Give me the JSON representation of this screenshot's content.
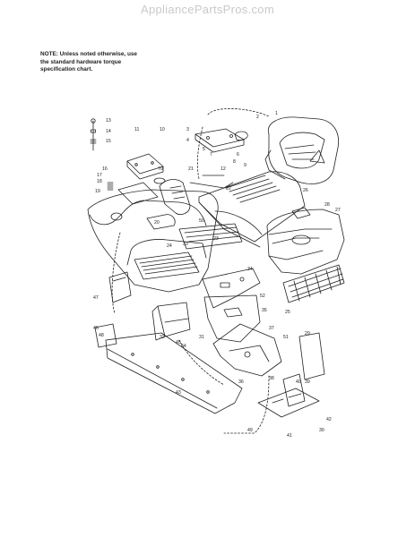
{
  "watermark": "AppliancePartsPros.com",
  "note": {
    "line1": "NOTE: Unless noted otherwise, use",
    "line2": "the standard hardware torque",
    "line3": "specification chart."
  },
  "callouts": [
    {
      "label": "13"
    },
    {
      "label": "14"
    },
    {
      "label": "15"
    },
    {
      "label": "11"
    },
    {
      "label": "10"
    },
    {
      "label": "1"
    },
    {
      "label": "2"
    },
    {
      "label": "3"
    },
    {
      "label": "4"
    },
    {
      "label": "5"
    },
    {
      "label": "6"
    },
    {
      "label": "7"
    },
    {
      "label": "8"
    },
    {
      "label": "9"
    },
    {
      "label": "12"
    },
    {
      "label": "16"
    },
    {
      "label": "17"
    },
    {
      "label": "18"
    },
    {
      "label": "19"
    },
    {
      "label": "20"
    },
    {
      "label": "21"
    },
    {
      "label": "22"
    },
    {
      "label": "23"
    },
    {
      "label": "24"
    },
    {
      "label": "25"
    },
    {
      "label": "26"
    },
    {
      "label": "27"
    },
    {
      "label": "28"
    },
    {
      "label": "29"
    },
    {
      "label": "30"
    },
    {
      "label": "31"
    },
    {
      "label": "32"
    },
    {
      "label": "33"
    },
    {
      "label": "34"
    },
    {
      "label": "35"
    },
    {
      "label": "36"
    },
    {
      "label": "37"
    },
    {
      "label": "38"
    },
    {
      "label": "39"
    },
    {
      "label": "40"
    },
    {
      "label": "41"
    },
    {
      "label": "42"
    },
    {
      "label": "43"
    },
    {
      "label": "44"
    },
    {
      "label": "45"
    },
    {
      "label": "46"
    },
    {
      "label": "47"
    },
    {
      "label": "48"
    },
    {
      "label": "49"
    },
    {
      "label": "50"
    },
    {
      "label": "51"
    },
    {
      "label": "52"
    },
    {
      "label": "70"
    }
  ]
}
